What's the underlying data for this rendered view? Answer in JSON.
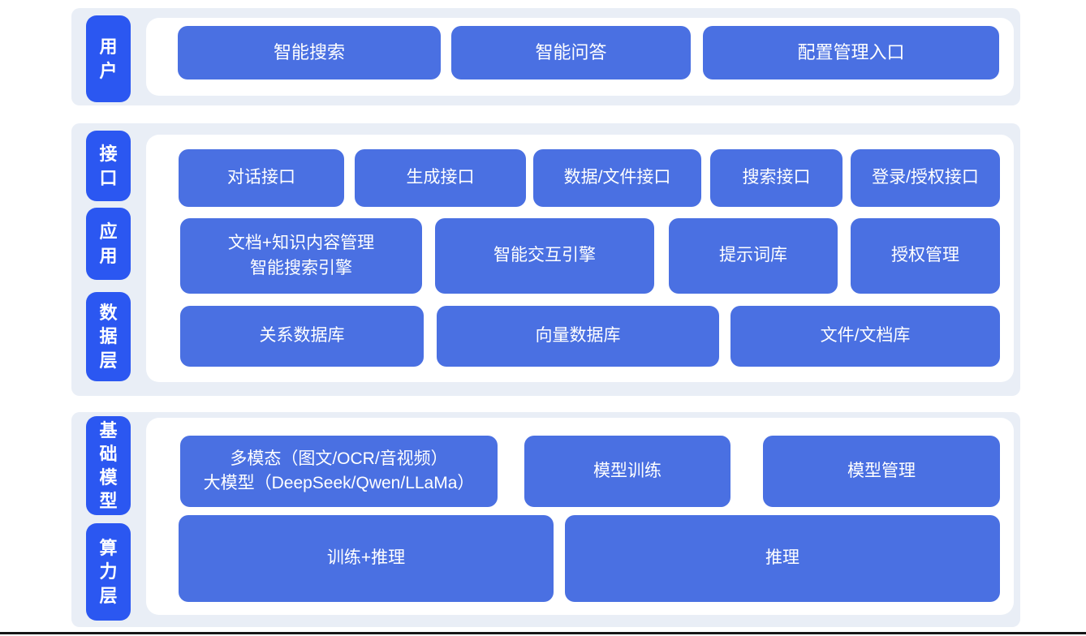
{
  "colors": {
    "pill_blue": "#2b57f1",
    "box_blue": "#4a70e2",
    "band_bg": "#e9eef6",
    "panel_bg": "#ffffff",
    "text": "#ffffff",
    "bottom_rule": "#161616"
  },
  "bands": [
    {
      "labels": [
        "用户"
      ],
      "rows": [
        [
          "智能搜索",
          "智能问答",
          "配置管理入口"
        ]
      ]
    },
    {
      "labels": [
        "接口",
        "应用",
        "数据层"
      ],
      "rows": [
        [
          "对话接口",
          "生成接口",
          "数据/文件接口",
          "搜索接口",
          "登录/授权接口"
        ],
        [
          "文档+知识内容管理\n智能搜索引擎",
          "智能交互引擎",
          "提示词库",
          "授权管理"
        ],
        [
          "关系数据库",
          "向量数据库",
          "文件/文档库"
        ]
      ]
    },
    {
      "labels": [
        "基础模型",
        "算力层"
      ],
      "rows": [
        [
          "多模态（图文/OCR/音视频）\n大模型（DeepSeek/Qwen/LLaMa）",
          "模型训练",
          "模型管理"
        ],
        [
          "训练+推理",
          "推理"
        ]
      ]
    }
  ]
}
